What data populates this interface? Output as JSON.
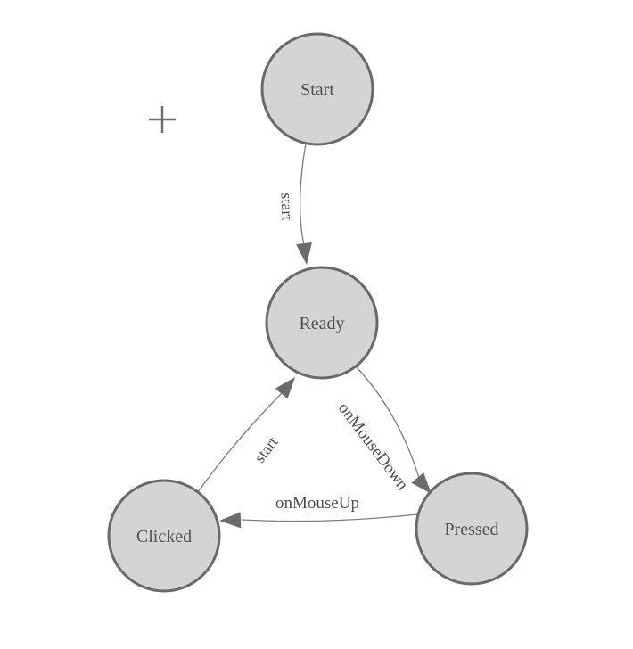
{
  "diagram": {
    "type": "state-machine",
    "nodes": [
      {
        "id": "start",
        "label": "Start"
      },
      {
        "id": "ready",
        "label": "Ready"
      },
      {
        "id": "clicked",
        "label": "Clicked"
      },
      {
        "id": "pressed",
        "label": "Pressed"
      }
    ],
    "edges": [
      {
        "from": "Start",
        "to": "Ready",
        "label": "start"
      },
      {
        "from": "Clicked",
        "to": "Ready",
        "label": "start"
      },
      {
        "from": "Ready",
        "to": "Pressed",
        "label": "onMouseDown"
      },
      {
        "from": "Pressed",
        "to": "Clicked",
        "label": "onMouseUp"
      }
    ],
    "cursor": "crosshair",
    "colors": {
      "background": "#ffffff",
      "node_fill": "#d4d4d4",
      "node_border": "#696969",
      "edge": "#7d7d7d",
      "arrow": "#6b6b6b",
      "text": "#4f4f4f"
    }
  }
}
